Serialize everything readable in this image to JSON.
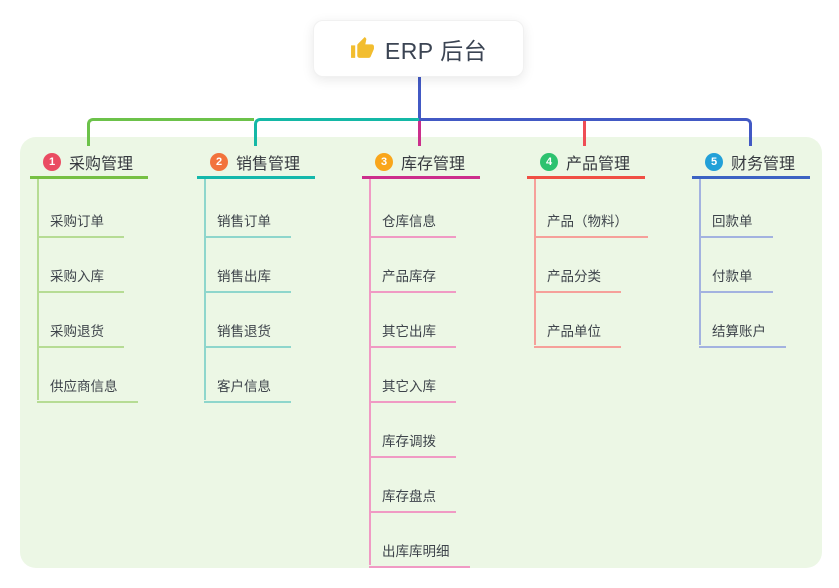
{
  "root": {
    "title": "ERP 后台",
    "icon": "thumbs-up-icon",
    "icon_color": "#f2bd2f"
  },
  "canvas": {
    "background": "#ffffff",
    "panel_background": "#ecf7e5"
  },
  "branches": [
    {
      "index": "1",
      "label": "采购管理",
      "badge_color": "#ea4c62",
      "line_color": "#76c043",
      "sub_line_color": "#b6dc94",
      "connector_color": "#6cc24a",
      "children": [
        "采购订单",
        "采购入库",
        "采购退货",
        "供应商信息"
      ]
    },
    {
      "index": "2",
      "label": "销售管理",
      "badge_color": "#f2733c",
      "line_color": "#14b8ab",
      "sub_line_color": "#8ed6cc",
      "connector_color": "#14b8a6",
      "children": [
        "销售订单",
        "销售出库",
        "销售退货",
        "客户信息"
      ]
    },
    {
      "index": "3",
      "label": "库存管理",
      "badge_color": "#f9a61b",
      "line_color": "#cc2e8c",
      "sub_line_color": "#f09ac4",
      "connector_color": "#cb2f8c",
      "children": [
        "仓库信息",
        "产品库存",
        "其它出库",
        "其它入库",
        "库存调拨",
        "库存盘点",
        "出库库明细"
      ]
    },
    {
      "index": "4",
      "label": "产品管理",
      "badge_color": "#2dc26f",
      "line_color": "#f04f44",
      "sub_line_color": "#f6a09a",
      "connector_color": "#ef4d55",
      "children": [
        "产品（物料）",
        "产品分类",
        "产品单位"
      ]
    },
    {
      "index": "5",
      "label": "财务管理",
      "badge_color": "#22a0d8",
      "line_color": "#3c63c3",
      "sub_line_color": "#a3b2e0",
      "connector_color": "#4259c4",
      "children": [
        "回款单",
        "付款单",
        "结算账户"
      ]
    }
  ]
}
